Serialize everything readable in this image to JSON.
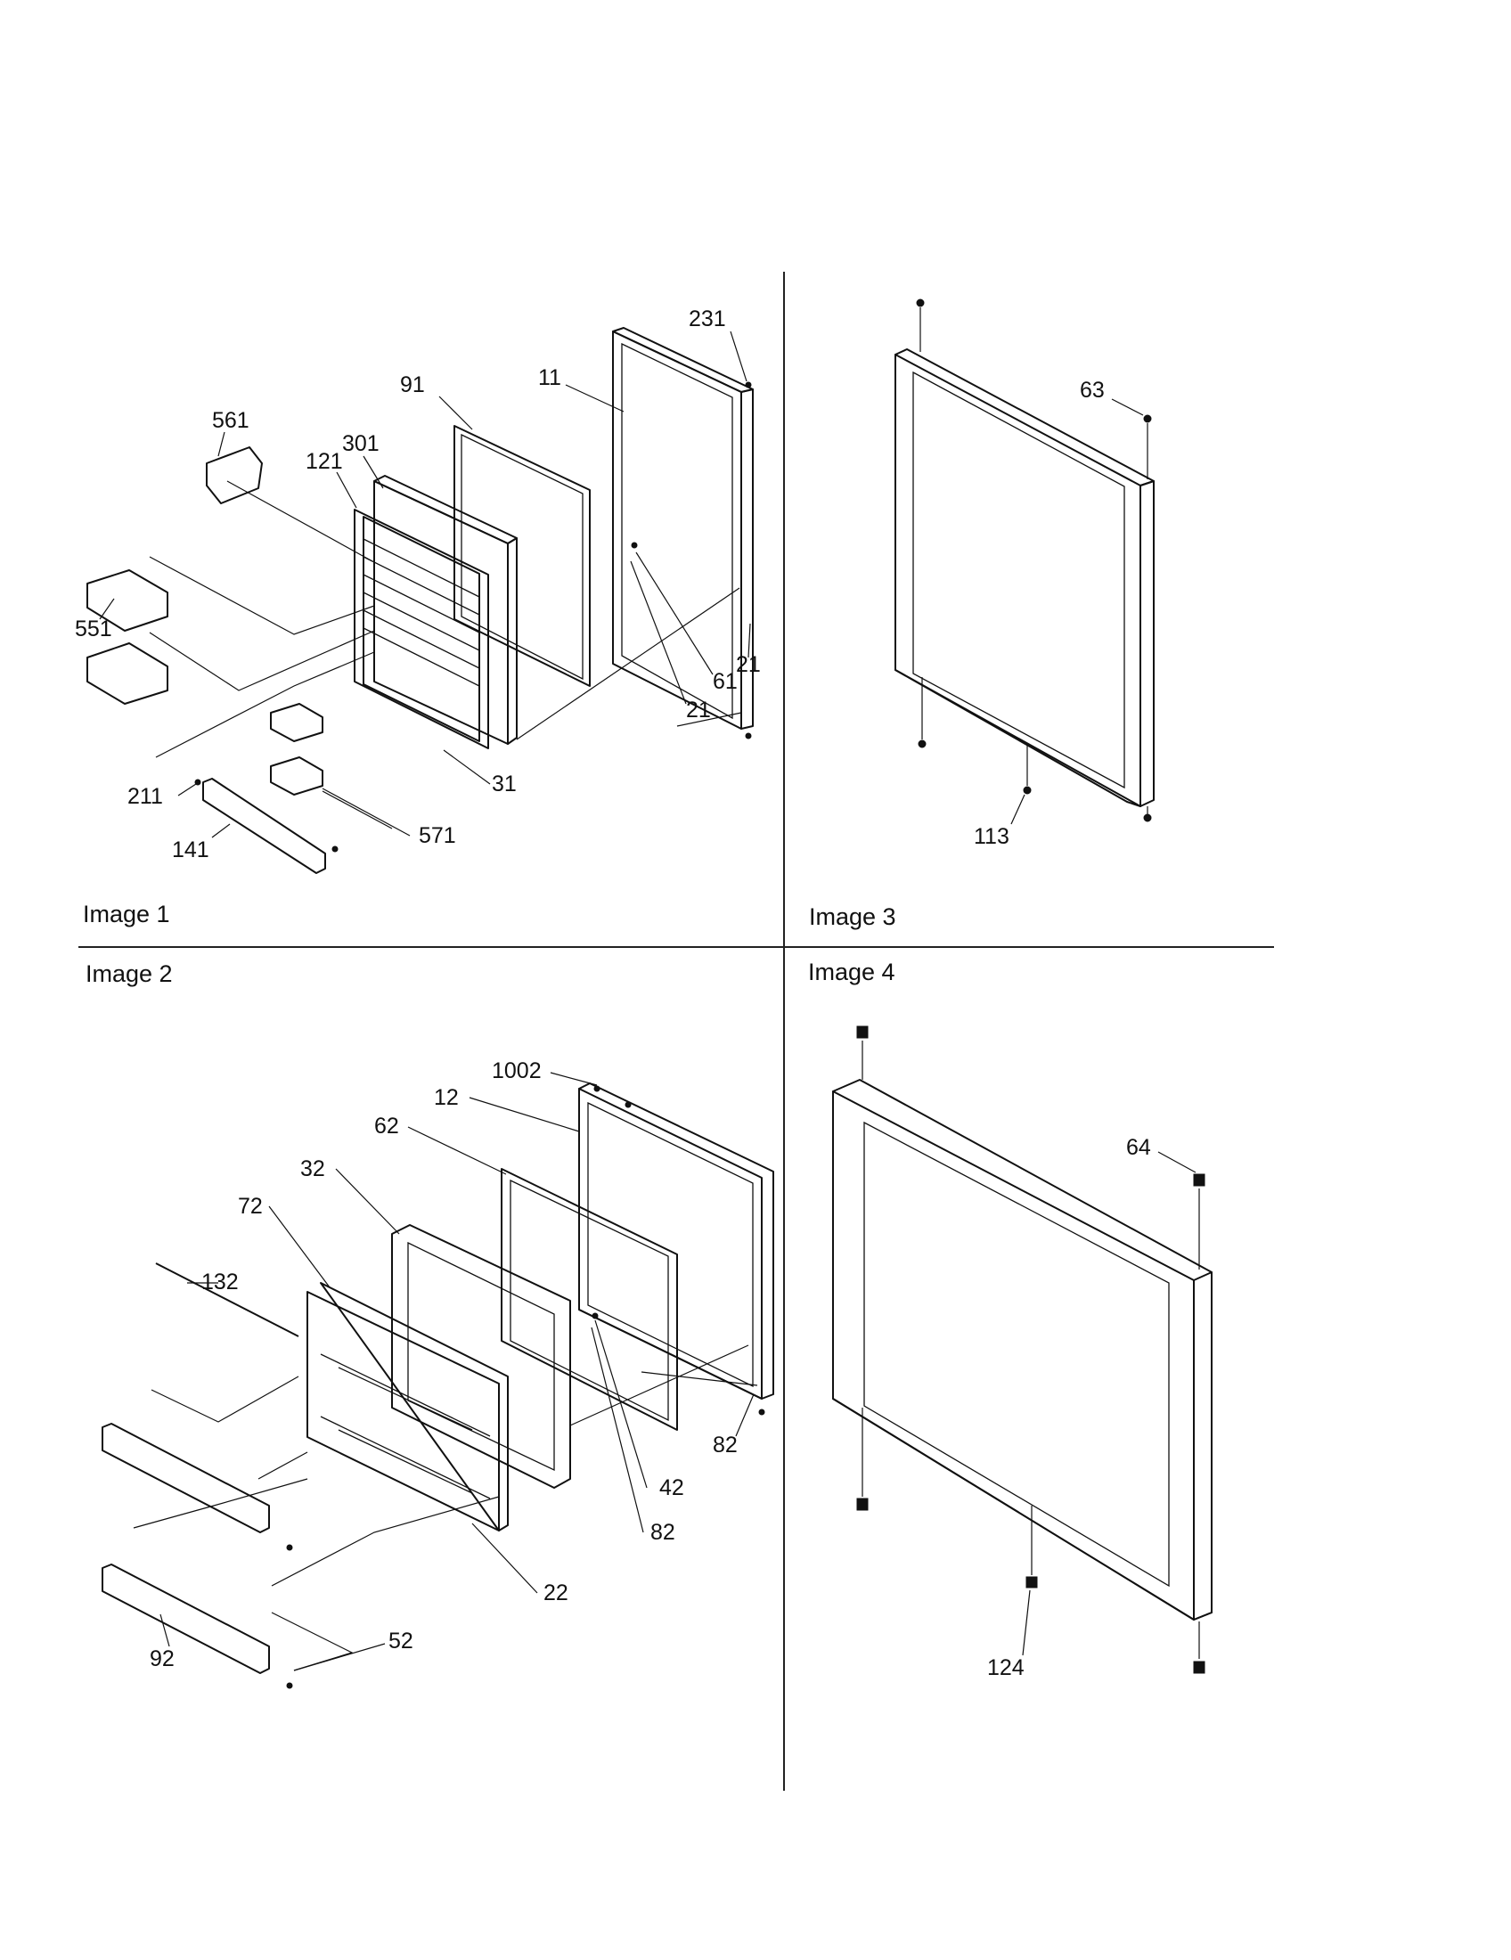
{
  "panels": [
    {
      "title": "Image 1",
      "callouts": [
        "231",
        "91",
        "11",
        "561",
        "301",
        "121",
        "551",
        "21",
        "61",
        "21",
        "31",
        "211",
        "571",
        "141"
      ]
    },
    {
      "title": "Image 2",
      "callouts": [
        "1002",
        "12",
        "62",
        "32",
        "72",
        "132",
        "82",
        "42",
        "82",
        "22",
        "52",
        "92"
      ]
    },
    {
      "title": "Image 3",
      "callouts": [
        "63",
        "113"
      ]
    },
    {
      "title": "Image 4",
      "callouts": [
        "64",
        "124"
      ]
    }
  ]
}
